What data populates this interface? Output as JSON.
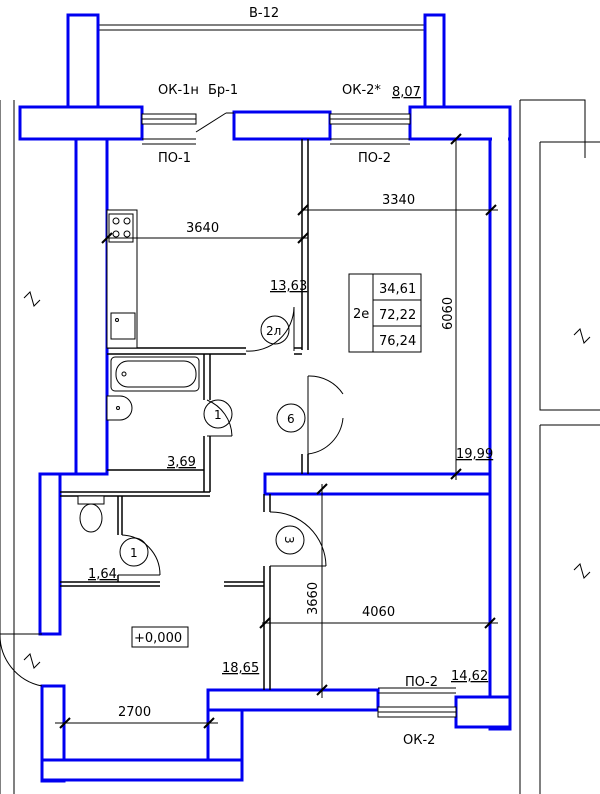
{
  "labels": {
    "balcony": "В-12",
    "window_ok1n": "ОК-1н",
    "door_br1": "Бр-1",
    "window_ok2_top": "ОК-2*",
    "balcony_area": "8,07",
    "sill_po1": "ПО-1",
    "sill_po2_top": "ПО-2",
    "sill_po2_bottom": "ПО-2",
    "window_ok2_bottom": "ОК-2"
  },
  "dimensions": {
    "kitchen_width": "3640",
    "room_width": "3340",
    "room_depth": "6060",
    "bedroom_depth": "3660",
    "bedroom_width": "4060",
    "hall_width": "2700"
  },
  "areas": {
    "kitchen": "13,63",
    "bathroom": "3,69",
    "living_room": "19,99",
    "wc": "1,64",
    "hall": "18,65",
    "bedroom": "14,62"
  },
  "summary": {
    "apartment_type": "2е",
    "living_area": "34,61",
    "total_area": "72,22",
    "total_with_balcony": "76,24"
  },
  "level_mark": "+0,000",
  "door_marks": {
    "kitchen": "2л",
    "bathroom": "1",
    "living": "6",
    "bedroom": "3",
    "wc": "1"
  },
  "colors": {
    "wall": "#0000f0",
    "line": "#000000",
    "background": "#ffffff"
  }
}
